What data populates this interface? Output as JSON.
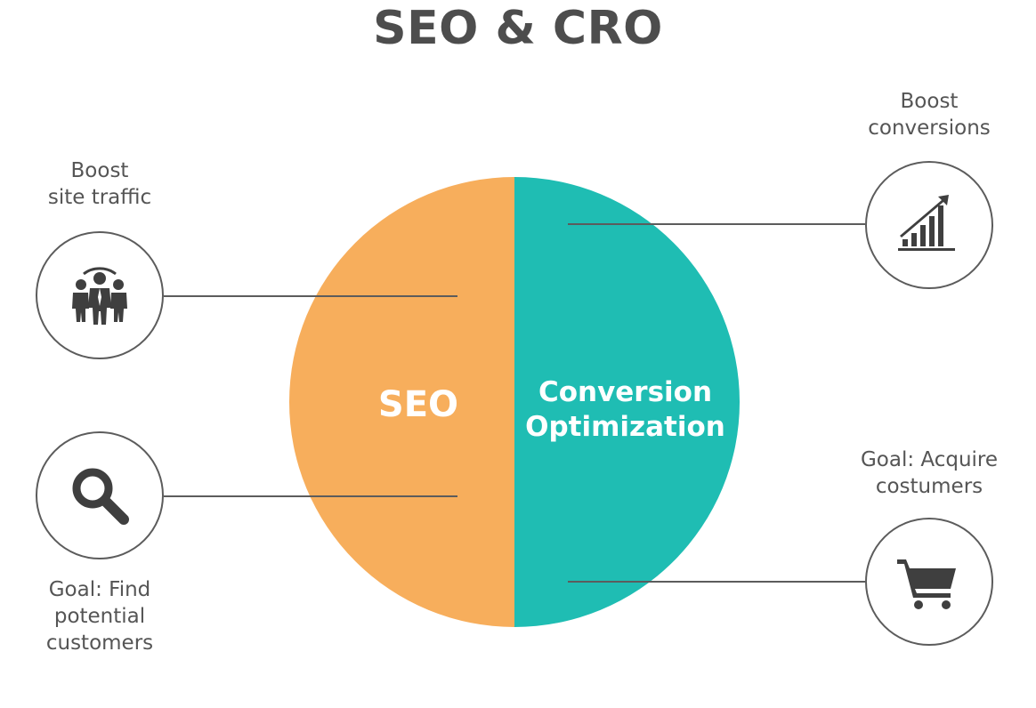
{
  "title": "SEO & CRO",
  "circle": {
    "left_label": "SEO",
    "right_label_line1": "Conversion",
    "right_label_line2": "Optimization",
    "left_color": "#f7ae5c",
    "right_color": "#1fbdb3"
  },
  "left_items": [
    {
      "label_line1": "Boost",
      "label_line2": "site traffic",
      "icon": "people-group-icon"
    },
    {
      "label_line1": "Goal: Find",
      "label_line2": "potential",
      "label_line3": "customers",
      "icon": "magnifier-icon"
    }
  ],
  "right_items": [
    {
      "label_line1": "Boost",
      "label_line2": "conversions",
      "icon": "growth-chart-icon"
    },
    {
      "label_line1": "Goal: Acquire",
      "label_line2": "costumers",
      "icon": "shopping-cart-icon"
    }
  ],
  "colors": {
    "text": "#555555",
    "outline": "#5c5c5c",
    "icon": "#3f3f3f"
  }
}
